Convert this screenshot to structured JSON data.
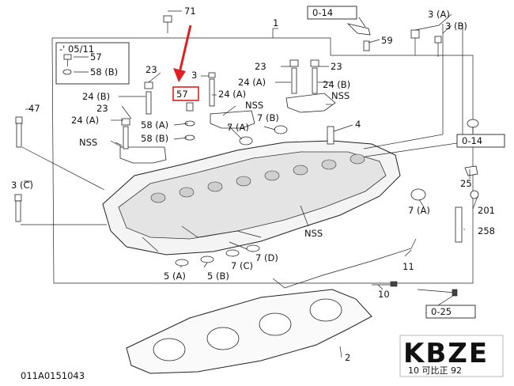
{
  "diagram": {
    "main_ref": "1",
    "inset": {
      "title": "-' 05/11",
      "labels": [
        "57",
        "58 (B)"
      ]
    },
    "callouts": [
      "71",
      "47",
      "23",
      "24 (B)",
      "23",
      "24 (A)",
      "NSS",
      "58 (A)",
      "58 (B)",
      "3",
      "24 (A)",
      "57",
      "NSS",
      "7 (A)",
      "7 (B)",
      "3 (C)",
      "NSS",
      "5 (A)",
      "5 (B)",
      "7 (C)",
      "7 (D)",
      "23",
      "23",
      "24 (A)",
      "24 (B)",
      "NSS",
      "4",
      "3 (A)",
      "3 (B)",
      "59",
      "25",
      "7 (A)",
      "201",
      "258",
      "11",
      "10",
      "2"
    ],
    "ref_boxes": [
      "0-14",
      "0-14",
      "0-25"
    ],
    "highlight": {
      "label": "57",
      "color": "#e02020"
    },
    "drawing_number": "011A0151043"
  },
  "logo": {
    "text": "KBZE",
    "subtext": "10 可比正 92"
  }
}
